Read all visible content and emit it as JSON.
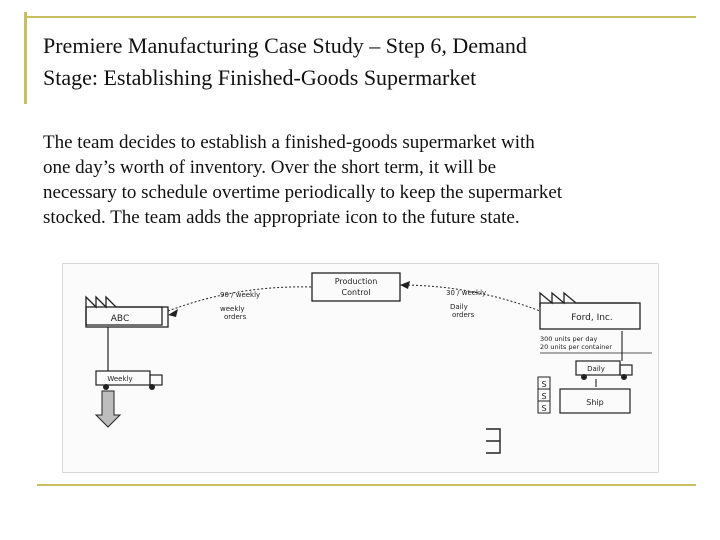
{
  "slide": {
    "title_line1": "Premiere Manufacturing Case Study – Step 6, Demand",
    "title_line2": "Stage:  Establishing Finished-Goods Supermarket",
    "body_line1": "The team decides to establish a finished-goods supermarket with",
    "body_line2": "one day’s worth of inventory.  Over the short term, it will be",
    "body_line3": "necessary to schedule overtime periodically to keep the supermarket",
    "body_line4": "stocked.  The team adds the appropriate icon to the future state."
  },
  "sketch": {
    "production_control_1": "Production",
    "production_control_2": "Control",
    "supplier_label": "ABC",
    "customer_label": "Ford, Inc.",
    "forecast_left_1": "90 / weekly",
    "forecast_left_2": "weekly",
    "forecast_left_3": "orders",
    "forecast_right_1": "30 / weekly",
    "forecast_right_2": "Daily",
    "forecast_right_3": "orders",
    "truck_left": "Weekly",
    "truck_right": "Daily",
    "customer_note_1": "300 units per day",
    "customer_note_2": "20 units per container",
    "ship_label": "Ship",
    "supermarket_1": "S",
    "supermarket_2": "S",
    "supermarket_3": "S"
  },
  "colors": {
    "rule": "#c8bf62",
    "ink": "#222222"
  }
}
